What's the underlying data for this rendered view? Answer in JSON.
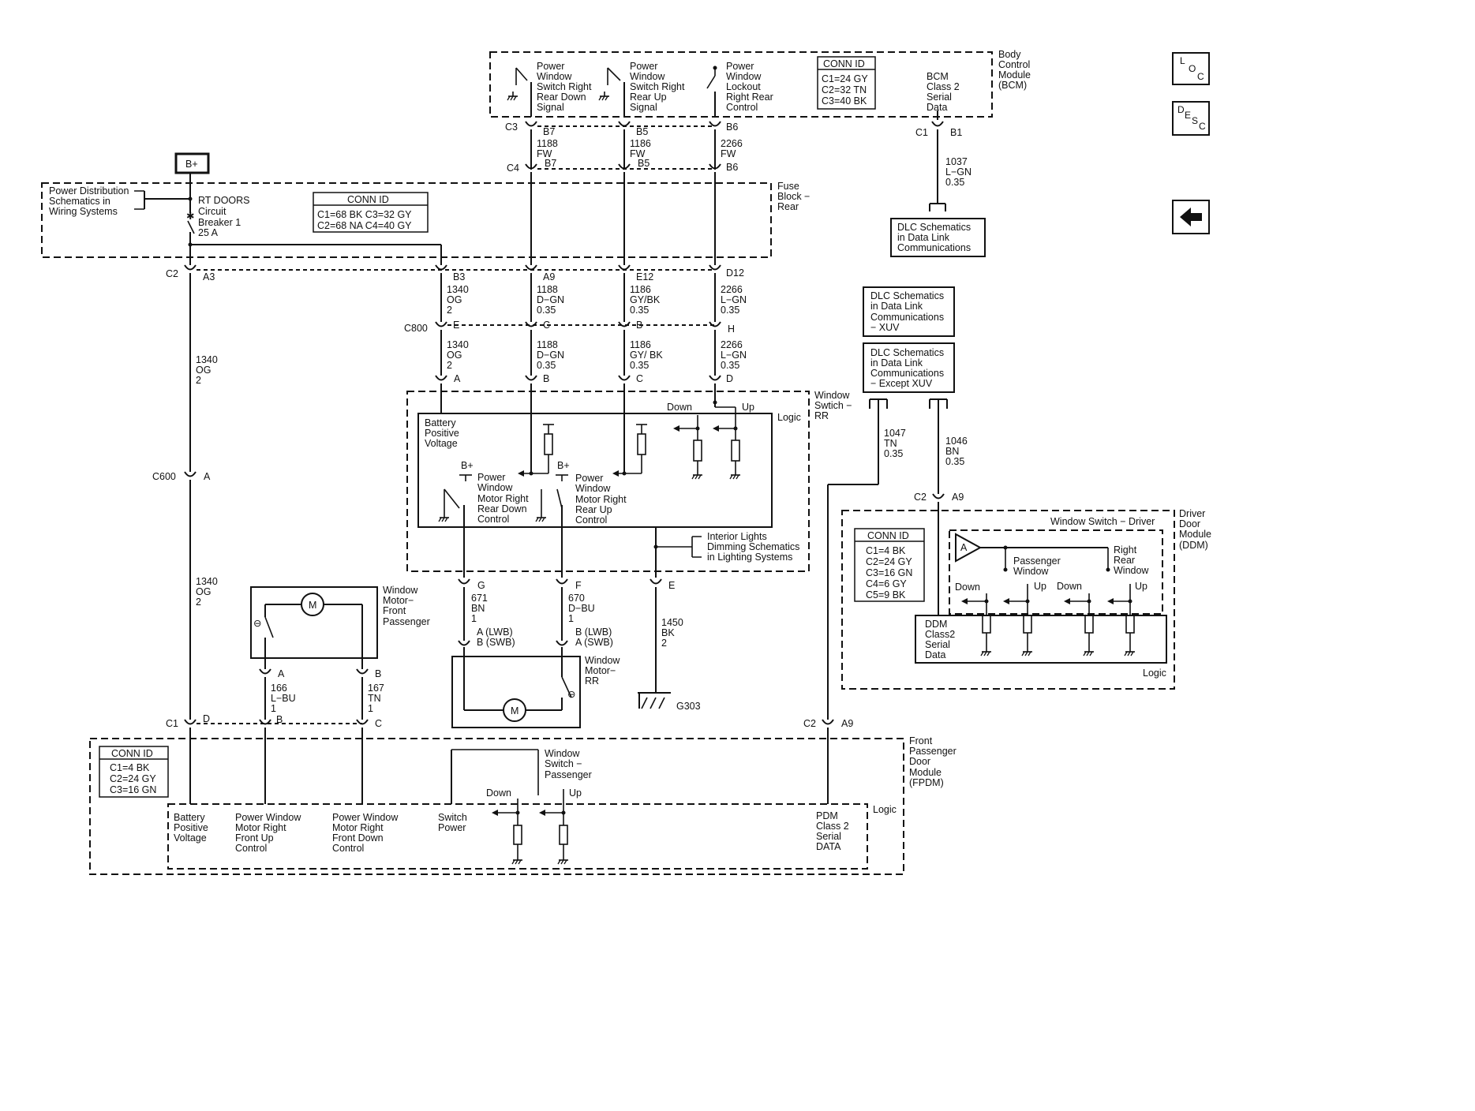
{
  "nav": {
    "loc": {
      "l": "L",
      "o": "O",
      "c": "C"
    },
    "desc": {
      "d": "D",
      "e": "E",
      "s": "S",
      "c": "C"
    },
    "back": "back-arrow-icon"
  },
  "bcm": {
    "name": [
      "Body",
      "Control",
      "Module",
      "(BCM)"
    ],
    "sw_rd": [
      "Power",
      "Window",
      "Switch Right",
      "Rear Down",
      "Signal"
    ],
    "sw_ru": [
      "Power",
      "Window",
      "Switch Right",
      "Rear Up",
      "Signal"
    ],
    "lockout": [
      "Power",
      "Window",
      "Lockout",
      "Right Rear",
      "Control"
    ],
    "conn_title": "CONN ID",
    "conn": [
      "C1=24 GY",
      "C2=32 TN",
      "C3=40 BK"
    ],
    "serial": [
      "BCM",
      "Class 2",
      "Serial",
      "Data"
    ],
    "c3": "C3",
    "c4": "C4",
    "c1": "C1",
    "b7": "B7",
    "b5": "B5",
    "b6": "B6",
    "b1": "B1",
    "w1188": [
      "1188",
      "FW"
    ],
    "w1186": [
      "1186",
      "FW"
    ],
    "w2266": [
      "2266",
      "FW"
    ],
    "w1037": [
      "1037",
      "L−GN",
      "0.35"
    ]
  },
  "dlc1": [
    "DLC Schematics",
    "in Data Link",
    "Communications"
  ],
  "dlc2": [
    "DLC Schematics",
    "in Data Link",
    "Communications",
    "− XUV"
  ],
  "dlc3": [
    "DLC Schematics",
    "in Data Link",
    "Communications",
    "− Except XUV"
  ],
  "fuse": {
    "bplus": "B+",
    "pds": [
      "Power Distribution",
      "Schematics in",
      "Wiring Systems"
    ],
    "breaker": [
      "RT DOORS",
      "Circuit",
      "Breaker 1",
      "25 A"
    ],
    "name": [
      "Fuse",
      "Block −",
      "Rear"
    ],
    "conn_title": "CONN ID",
    "conn": [
      "C1=68 BK   C3=32 GY",
      "C2=68 NA   C4=40 GY"
    ],
    "c2": "C2",
    "pins": [
      "A3",
      "B3",
      "A9",
      "E12",
      "D12"
    ]
  },
  "wires": {
    "w1340a": [
      "1340",
      "OG",
      "2"
    ],
    "w1188b": [
      "1188",
      "D−GN",
      "0.35"
    ],
    "w1186b": [
      "1186",
      "GY/BK",
      "0.35"
    ],
    "w2266b": [
      "2266",
      "L−GN",
      "0.35"
    ],
    "c800": "C800",
    "c800pins": [
      "E",
      "C",
      "B",
      "H"
    ],
    "w1340c": [
      "1340",
      "OG",
      "2"
    ],
    "w1188c": [
      "1188",
      "D−GN",
      "0.35"
    ],
    "w1186c": [
      "1186",
      "GY/ BK",
      "0.35"
    ],
    "w2266c": [
      "2266",
      "L−GN",
      "0.35"
    ],
    "swpins": [
      "A",
      "B",
      "C",
      "D"
    ],
    "w1340d": [
      "1340",
      "OG",
      "2"
    ],
    "c600": "C600",
    "c600pin": "A",
    "w1340e": [
      "1340",
      "OG",
      "2"
    ],
    "w1047": [
      "1047",
      "TN",
      "0.35"
    ],
    "w1046": [
      "1046",
      "BN",
      "0.35"
    ]
  },
  "switch_rr": {
    "name": [
      "Window",
      "Swtich −",
      "RR"
    ],
    "logic": "Logic",
    "bpv": [
      "Battery",
      "Positive",
      "Voltage"
    ],
    "down": "Down",
    "up": "Up",
    "bplus": "B+",
    "rd": [
      "Power",
      "Window",
      "Motor Right",
      "Rear Down",
      "Control"
    ],
    "ru": [
      "Power",
      "Window",
      "Motor Right",
      "Rear Up",
      "Control"
    ],
    "interior": [
      "Interior Lights",
      "Dimming Schematics",
      "in Lighting Systems"
    ],
    "pins": [
      "G",
      "F",
      "E"
    ],
    "w671": [
      "671",
      "BN",
      "1"
    ],
    "w670": [
      "670",
      "D−BU",
      "1"
    ],
    "w1450": [
      "1450",
      "BK",
      "2"
    ],
    "lwb1": [
      "A (LWB)",
      "B (SWB)"
    ],
    "lwb2": [
      "B (LWB)",
      "A (SWB)"
    ]
  },
  "motor_rr": {
    "name": [
      "Window",
      "Motor−",
      "RR"
    ],
    "m": "M",
    "ground": "G303"
  },
  "motor_fp": {
    "name": [
      "Window",
      "Motor−",
      "Front",
      "Passenger"
    ],
    "m": "M",
    "pins": [
      "A",
      "B"
    ],
    "w166": [
      "166",
      "L−BU",
      "1"
    ],
    "w167": [
      "167",
      "TN",
      "1"
    ]
  },
  "ddm": {
    "name": [
      "Driver",
      "Door",
      "Module",
      "(DDM)"
    ],
    "sw": "Window Switch − Driver",
    "conn_title": "CONN ID",
    "conn": [
      "C1=4 BK",
      "C2=24 GY",
      "C3=16 GN",
      "C4=6 GY",
      "C5=9 BK"
    ],
    "amp": "A",
    "pass": [
      "Passenger",
      "Window"
    ],
    "rr": [
      "Right",
      "Rear",
      "Window"
    ],
    "down": "Down",
    "up": "Up",
    "serial": [
      "DDM",
      "Class2",
      "Serial",
      "Data"
    ],
    "logic": "Logic",
    "c2": "C2",
    "a9": "A9"
  },
  "fpdm": {
    "name": [
      "Front",
      "Passenger",
      "Door",
      "Module",
      "(FPDM)"
    ],
    "conn_title": "CONN ID",
    "conn": [
      "C1=4 BK",
      "C2=24 GY",
      "C3=16 GN"
    ],
    "c1": "C1",
    "c2": "C2",
    "pins": [
      "D",
      "B",
      "C",
      "A9"
    ],
    "sw": [
      "Window",
      "Switch −",
      "Passenger"
    ],
    "down": "Down",
    "up": "Up",
    "logic": "Logic",
    "bpv": [
      "Battery",
      "Positive",
      "Voltage"
    ],
    "fu": [
      "Power Window",
      "Motor Right",
      "Front Up",
      "Control"
    ],
    "fd": [
      "Power Window",
      "Motor Right",
      "Front Down",
      "Control"
    ],
    "swp": [
      "Switch",
      "Power"
    ],
    "pdm": [
      "PDM",
      "Class 2",
      "Serial",
      "DATA"
    ]
  }
}
